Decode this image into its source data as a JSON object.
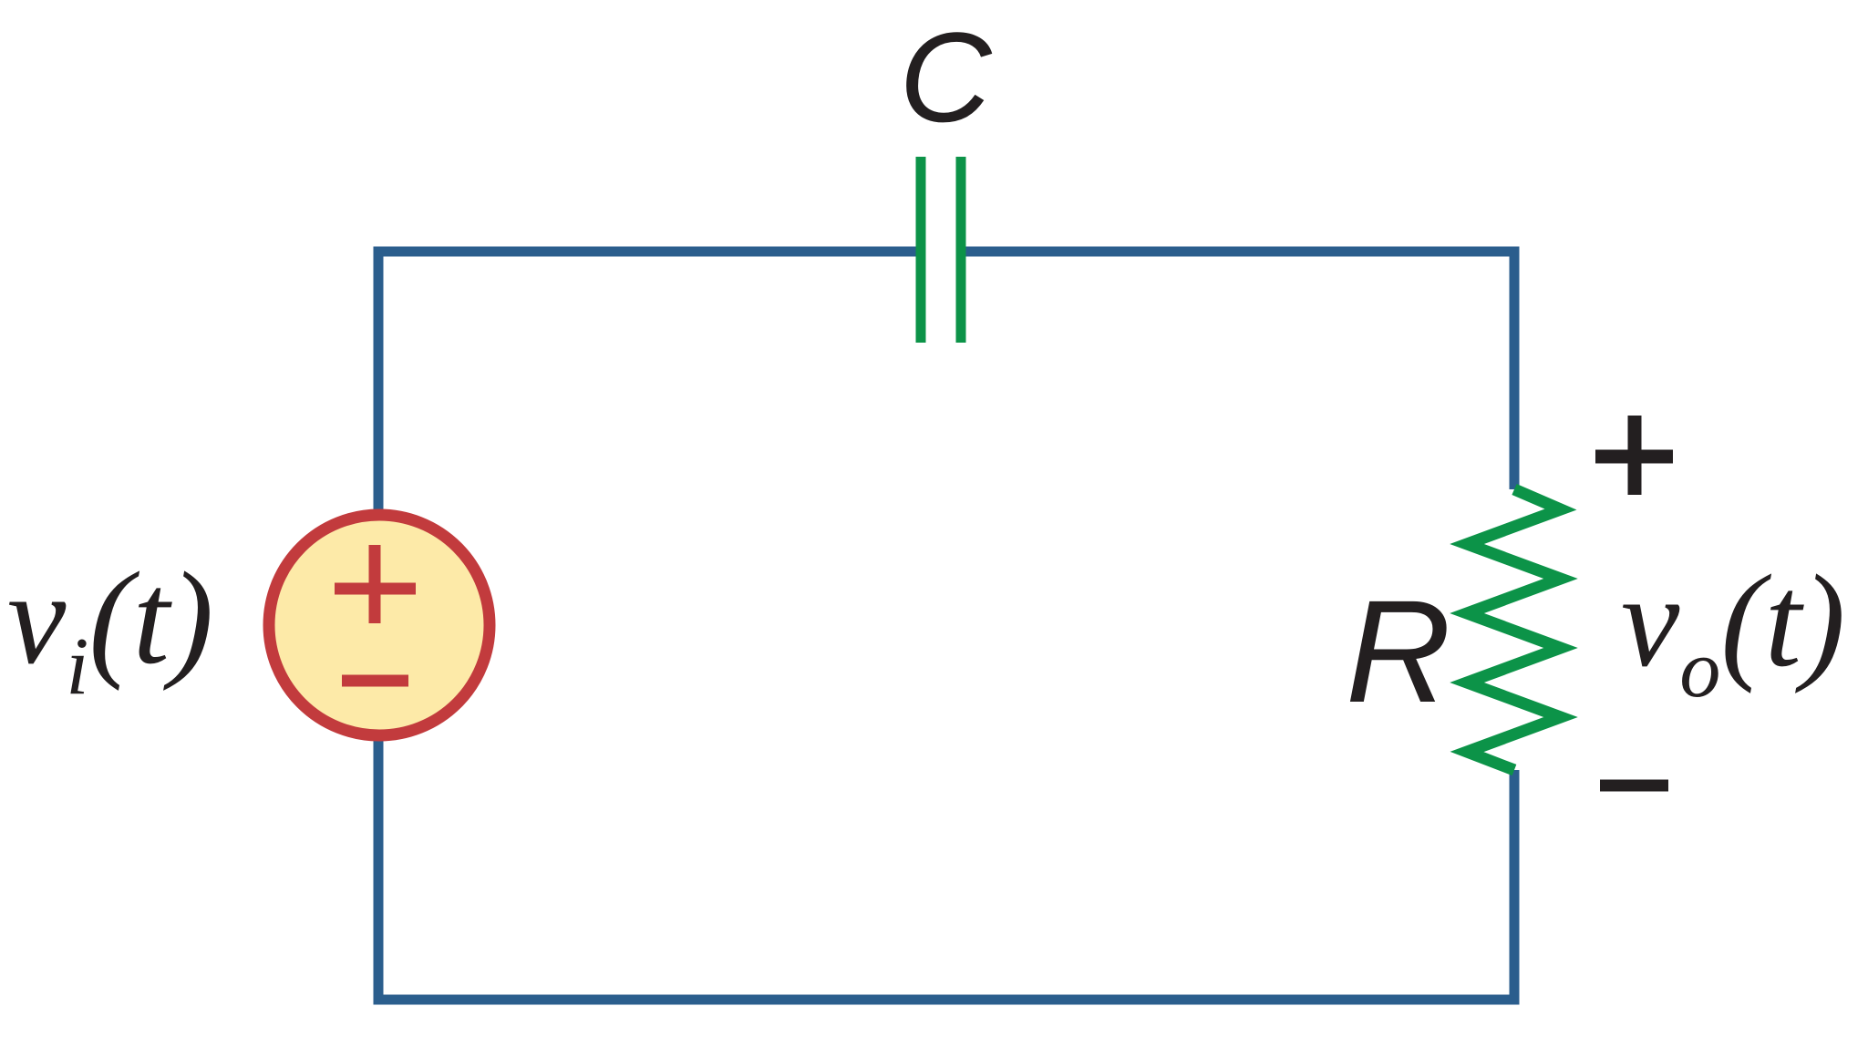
{
  "labels": {
    "capacitor": "C",
    "resistor": "R",
    "input_voltage": {
      "base": "v",
      "sub": "i",
      "args": "(t)"
    },
    "output_voltage": {
      "base": "v",
      "sub": "o",
      "args": "(t)"
    }
  },
  "polarity": {
    "source_plus": "+",
    "source_minus": "−",
    "output_plus": "+",
    "output_minus": "−"
  },
  "colors": {
    "background": "#ffffff",
    "wire_blue": "#2b5e8d",
    "component_green": "#0c9348",
    "source_border_red": "#c23b3d",
    "source_fill_cream": "#fdeaa8",
    "ink_black": "#231f20"
  }
}
